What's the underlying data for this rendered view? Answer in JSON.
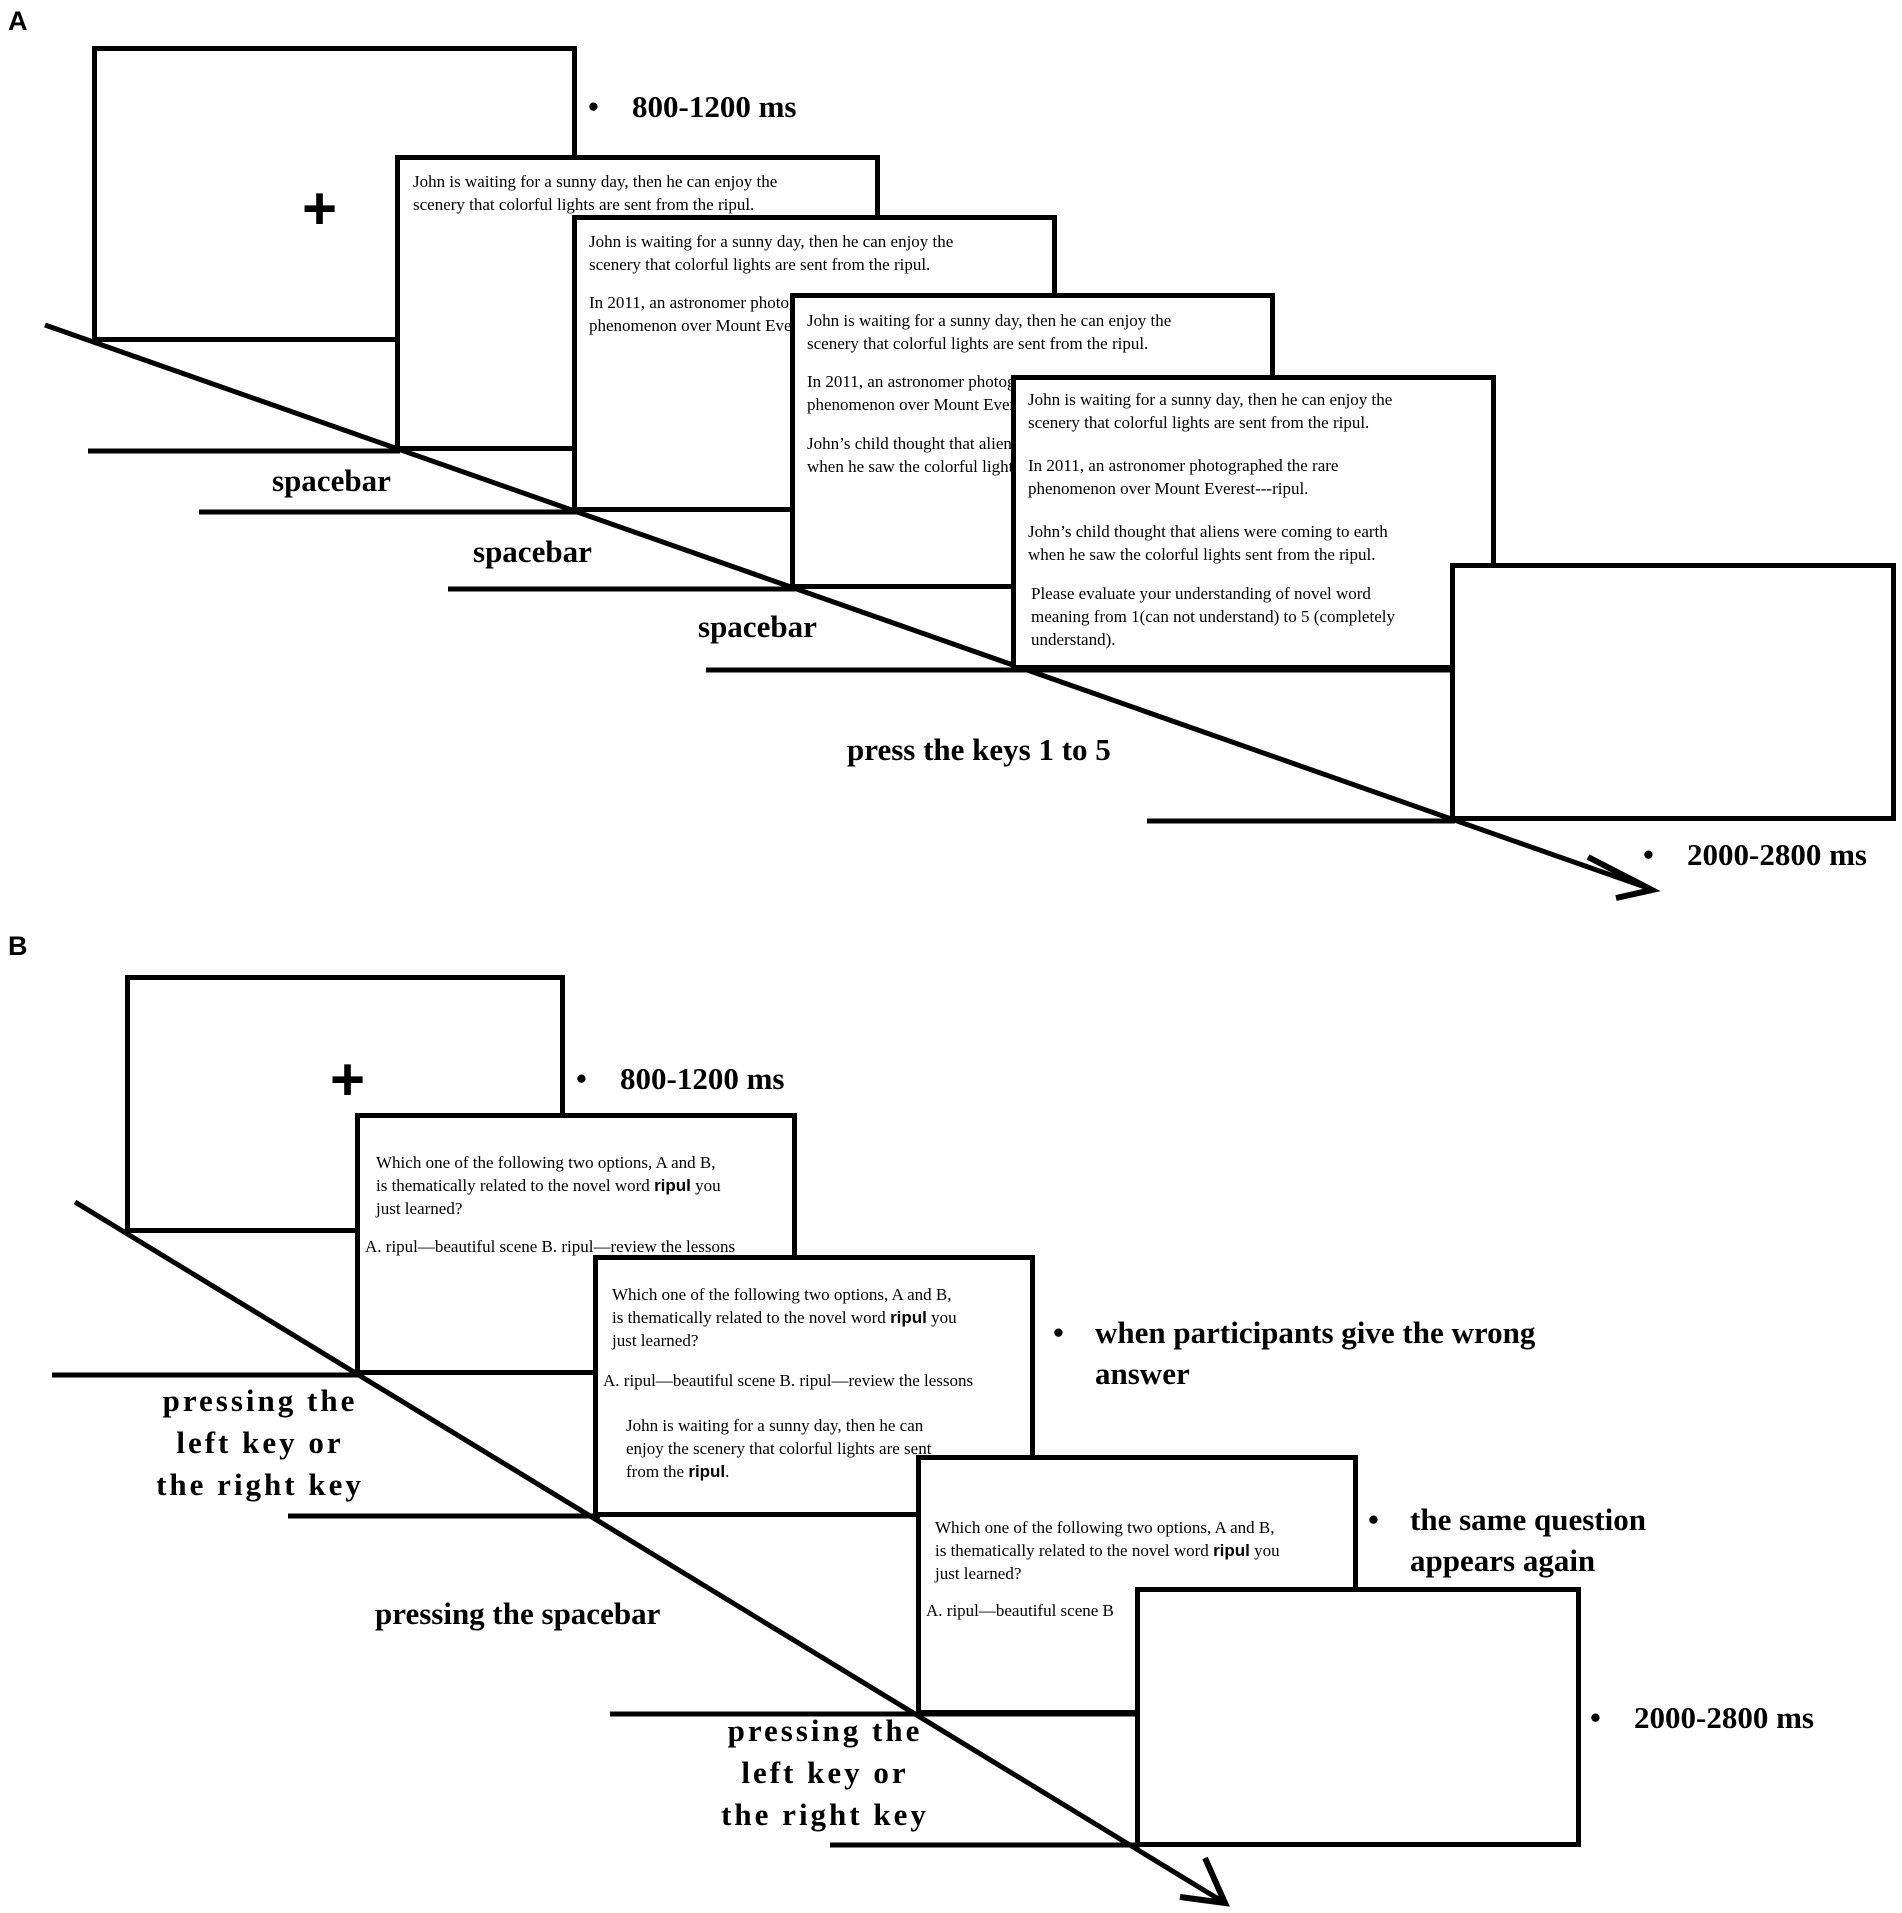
{
  "panels": {
    "a": {
      "label": "A",
      "fixation": "+",
      "screen1": {
        "line1": "John is waiting for a sunny day, then he can enjoy the",
        "line2": "scenery that colorful lights are sent from the ripul."
      },
      "screen2": {
        "line1": "John is waiting for a sunny day, then he can enjoy the",
        "line2": "scenery that colorful lights are sent from the ripul.",
        "line3": "In 2011, an astronomer photographed the rare",
        "line4": "phenomenon over Mount Everest---ripul."
      },
      "screen3": {
        "line1": "John is waiting for a sunny day, then he can enjoy the",
        "line2": "scenery that colorful lights are sent from the ripul.",
        "line3": "In 2011, an astronomer photographed the rare",
        "line4": "phenomenon over Mount Everest---ripul.",
        "line5": "John’s child thought that aliens were coming to earth",
        "line6": "when he saw the colorful lights sent from the ripul."
      },
      "screen4": {
        "line1": "John is waiting for a sunny day, then he can enjoy the",
        "line2": "scenery that colorful lights are sent from the ripul.",
        "line3": "In 2011, an astronomer photographed the rare",
        "line4": "phenomenon over Mount Everest---ripul.",
        "line5": "John’s child thought that aliens were coming to earth",
        "line6": "when he saw the colorful lights sent from the ripul.",
        "line7": "Please evaluate your understanding of novel word",
        "line8": "meaning from 1(can not understand) to 5 (completely",
        "line9": "understand)."
      },
      "bullet": "•",
      "duration_fixation": "800-1200 ms",
      "duration_blank": "2000-2800 ms",
      "response1": "spacebar",
      "response2": "spacebar",
      "response3": "spacebar",
      "response4": "press the keys 1 to 5"
    },
    "b": {
      "label": "B",
      "fixation": "+",
      "question": {
        "line1": "Which one of the following two options, A and B,",
        "line2_pre": "is thematically related to the novel word ",
        "word": "ripul",
        "line2_post": " you",
        "line3": "just learned?",
        "options": "A. ripul—beautiful scene B. ripul—review the lessons",
        "options_partial": "A. ripul—beautiful scene B"
      },
      "feedback": {
        "line1": "John is waiting for a sunny day, then he can",
        "line2": "enjoy the scenery that colorful lights are sent",
        "line3_pre": "from the ",
        "word": "ripul",
        "line3_post": "."
      },
      "bullet": "•",
      "duration_fixation": "800-1200 ms",
      "wrong_answer_line1": "when participants give the wrong",
      "wrong_answer_line2": "answer",
      "same_question_line1": "the same question",
      "same_question_line2": "appears again",
      "duration_blank": "2000-2800 ms",
      "response1_line1": "pressing the",
      "response1_line2": "left key or",
      "response1_line3": "the right key",
      "response2": "pressing the spacebar",
      "response3_line1": "pressing the",
      "response3_line2": "left key or",
      "response3_line3": "the right key"
    }
  }
}
